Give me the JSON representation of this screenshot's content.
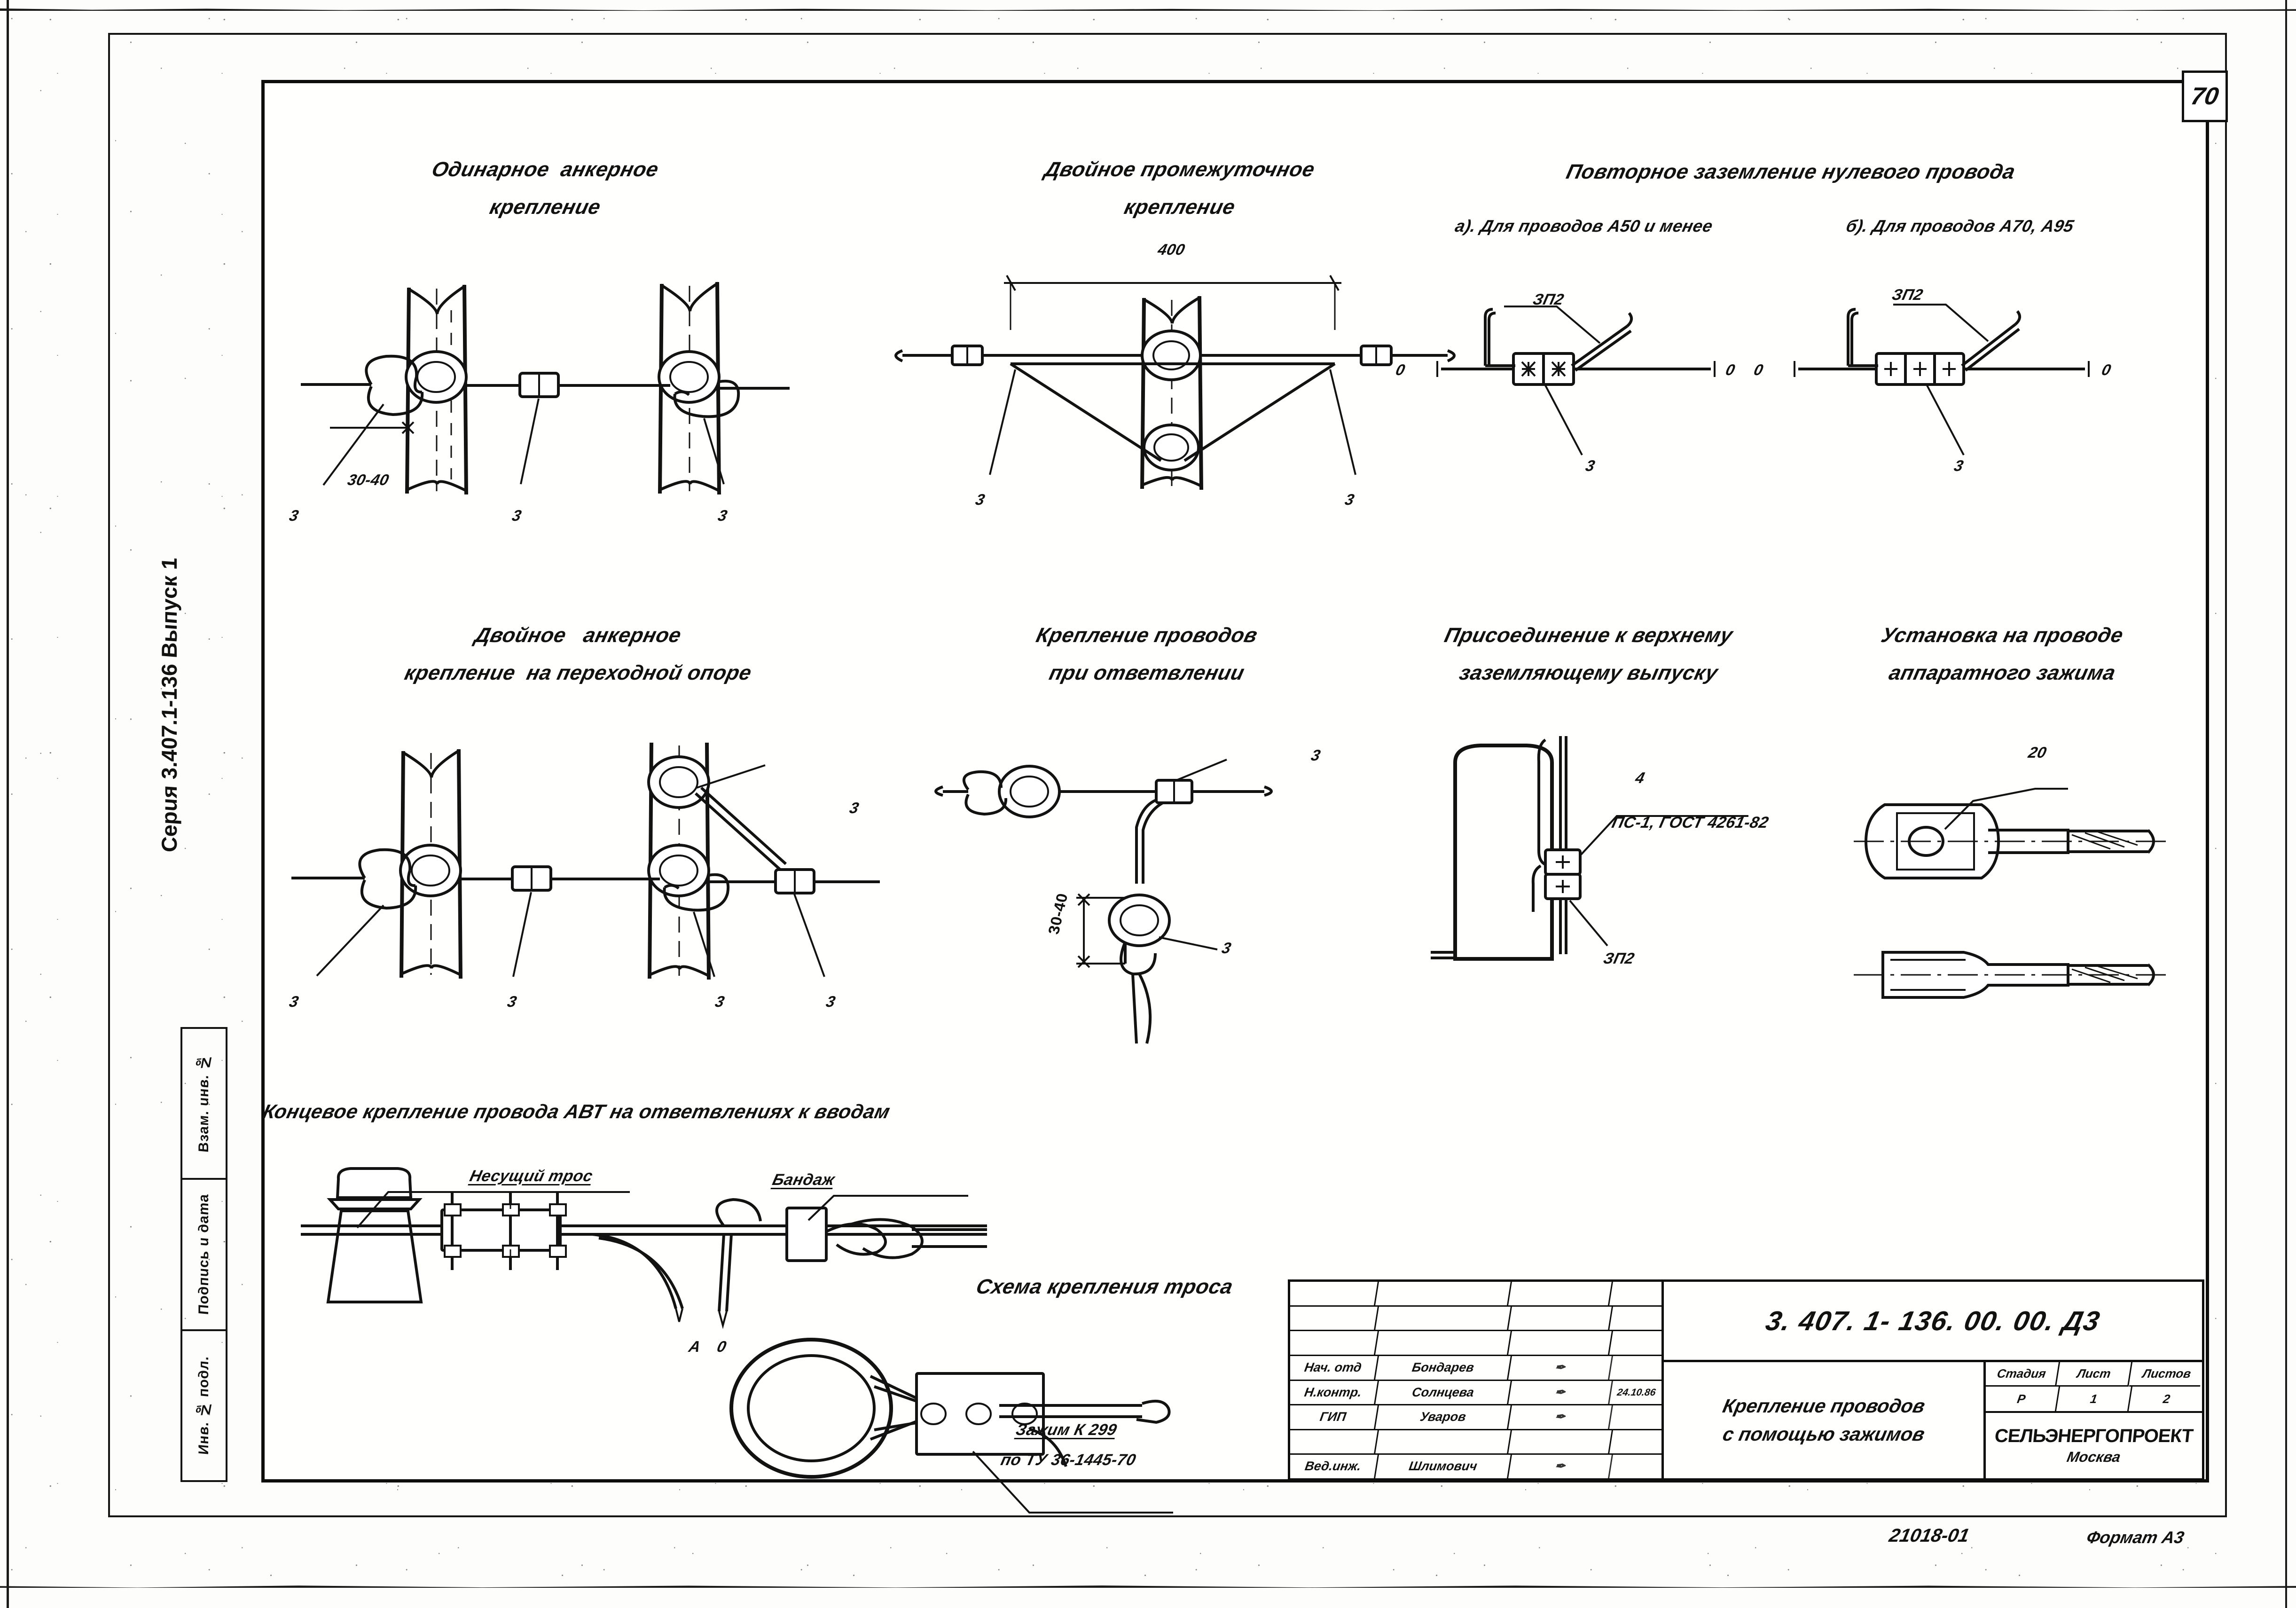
{
  "sheet": {
    "page_number": "70",
    "series_vertical": "Серия 3.407.1-136  Выпуск 1",
    "footer_code": "21018-01",
    "footer_format": "Формат А3"
  },
  "stamp_column": {
    "items": [
      {
        "label": "Взам. инв. №"
      },
      {
        "label": "Подпись и дата"
      },
      {
        "label": "Инв. № подл."
      }
    ]
  },
  "sections": {
    "single_anchor": {
      "title_line1": "Одинарное  анкерное",
      "title_line2": "крепление",
      "dim_30_40": "30-40",
      "pos_a": "3",
      "pos_b": "3",
      "pos_c": "3"
    },
    "double_intermediate": {
      "title_line1": "Двойное промежуточное",
      "title_line2": "крепление",
      "dim_400": "400",
      "pos_left": "3",
      "pos_right": "3"
    },
    "repeat_grounding": {
      "title": "Повторное заземление нулевого провода",
      "variant_a": "а). Для проводов А50 и менее",
      "variant_b": "б). Для проводов А70, А95",
      "a_zp2": "ЗП2",
      "a_pos": "3",
      "a_zero_left": "0",
      "a_zero_right": "0",
      "b_zp2": "ЗП2",
      "b_pos": "3",
      "b_zero_left": "0",
      "b_zero_right": "0"
    },
    "double_anchor_transition": {
      "title_line1": "Двойное   анкерное",
      "title_line2": "крепление  на переходной опоре",
      "pos_1": "3",
      "pos_2": "3",
      "pos_3": "3",
      "pos_4": "3"
    },
    "branch_fixing": {
      "title_line1": "Крепление проводов",
      "title_line2": "при ответвлении",
      "dim_30_40": "30-40",
      "pos_top": "3",
      "pos_bottom": "3"
    },
    "upper_ground_connection": {
      "title_line1": "Присоединение к верхнему",
      "title_line2": "заземляющему выпуску",
      "pos_4": "4",
      "spec": "ПС-1, ГОСТ 4261-82",
      "zp2": "ЗП2"
    },
    "apparatus_clamp": {
      "title_line1": "Установка на проводе",
      "title_line2": "аппаратного зажима",
      "pos_20": "20"
    },
    "end_fixing_avt": {
      "title": "Концевое крепление провода АВТ на ответвлениях к вводам",
      "label_carrier": "Несущий трос",
      "label_band": "Бандаж",
      "label_phase": "А",
      "label_zero": "0"
    },
    "cable_scheme": {
      "title": "Схема крепления троса",
      "clamp_line1": "Зажим К 299",
      "clamp_line2": "по ТУ 36-1445-70"
    }
  },
  "title_block": {
    "code": "3. 407. 1- 136. 00. 00. Д3",
    "name_line1": "Крепление  проводов",
    "name_line2": "с помощью  зажимов",
    "rows": [
      {
        "role": "",
        "name": "",
        "sign": "",
        "date": ""
      },
      {
        "role": "",
        "name": "",
        "sign": "",
        "date": ""
      },
      {
        "role": "",
        "name": "",
        "sign": "",
        "date": ""
      },
      {
        "role": "Нач. отд",
        "name": "Бондарев",
        "sign": "✒",
        "date": ""
      },
      {
        "role": "Н.контр.",
        "name": "Солнцева",
        "sign": "✒",
        "date": "24.10.86"
      },
      {
        "role": "ГИП",
        "name": "Уваров",
        "sign": "✒",
        "date": ""
      },
      {
        "role": "",
        "name": "",
        "sign": "",
        "date": ""
      },
      {
        "role": "Вед.инж.",
        "name": "Шлимович",
        "sign": "✒",
        "date": ""
      }
    ],
    "stage_headers": [
      "Стадия",
      "Лист",
      "Листов"
    ],
    "stage_values": [
      "Р",
      "1",
      "2"
    ],
    "organization": "СЕЛЬЭНЕРГОПРОЕКТ",
    "city": "Москва"
  }
}
